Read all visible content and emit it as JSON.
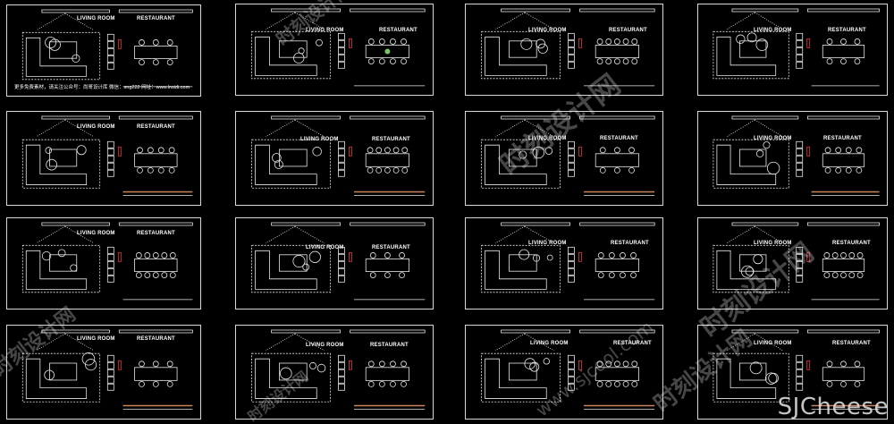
{
  "labels": {
    "living_room": "LIVING ROOM",
    "restaurant": "RESTAURANT"
  },
  "footer_note": "更多免费素材，请关注公众号：尚哥设计库 微信：sng222 网址：www.lnsidi.com",
  "watermark": {
    "site_cn": "时刻设计网",
    "site_url": "www.sjcool.com",
    "brand": "SJCheese"
  },
  "colors": {
    "line": "#e6e6e6",
    "accent_red": "#e23b3b",
    "accent_green": "#7ec46a",
    "floor_wood": "#c8845a"
  }
}
